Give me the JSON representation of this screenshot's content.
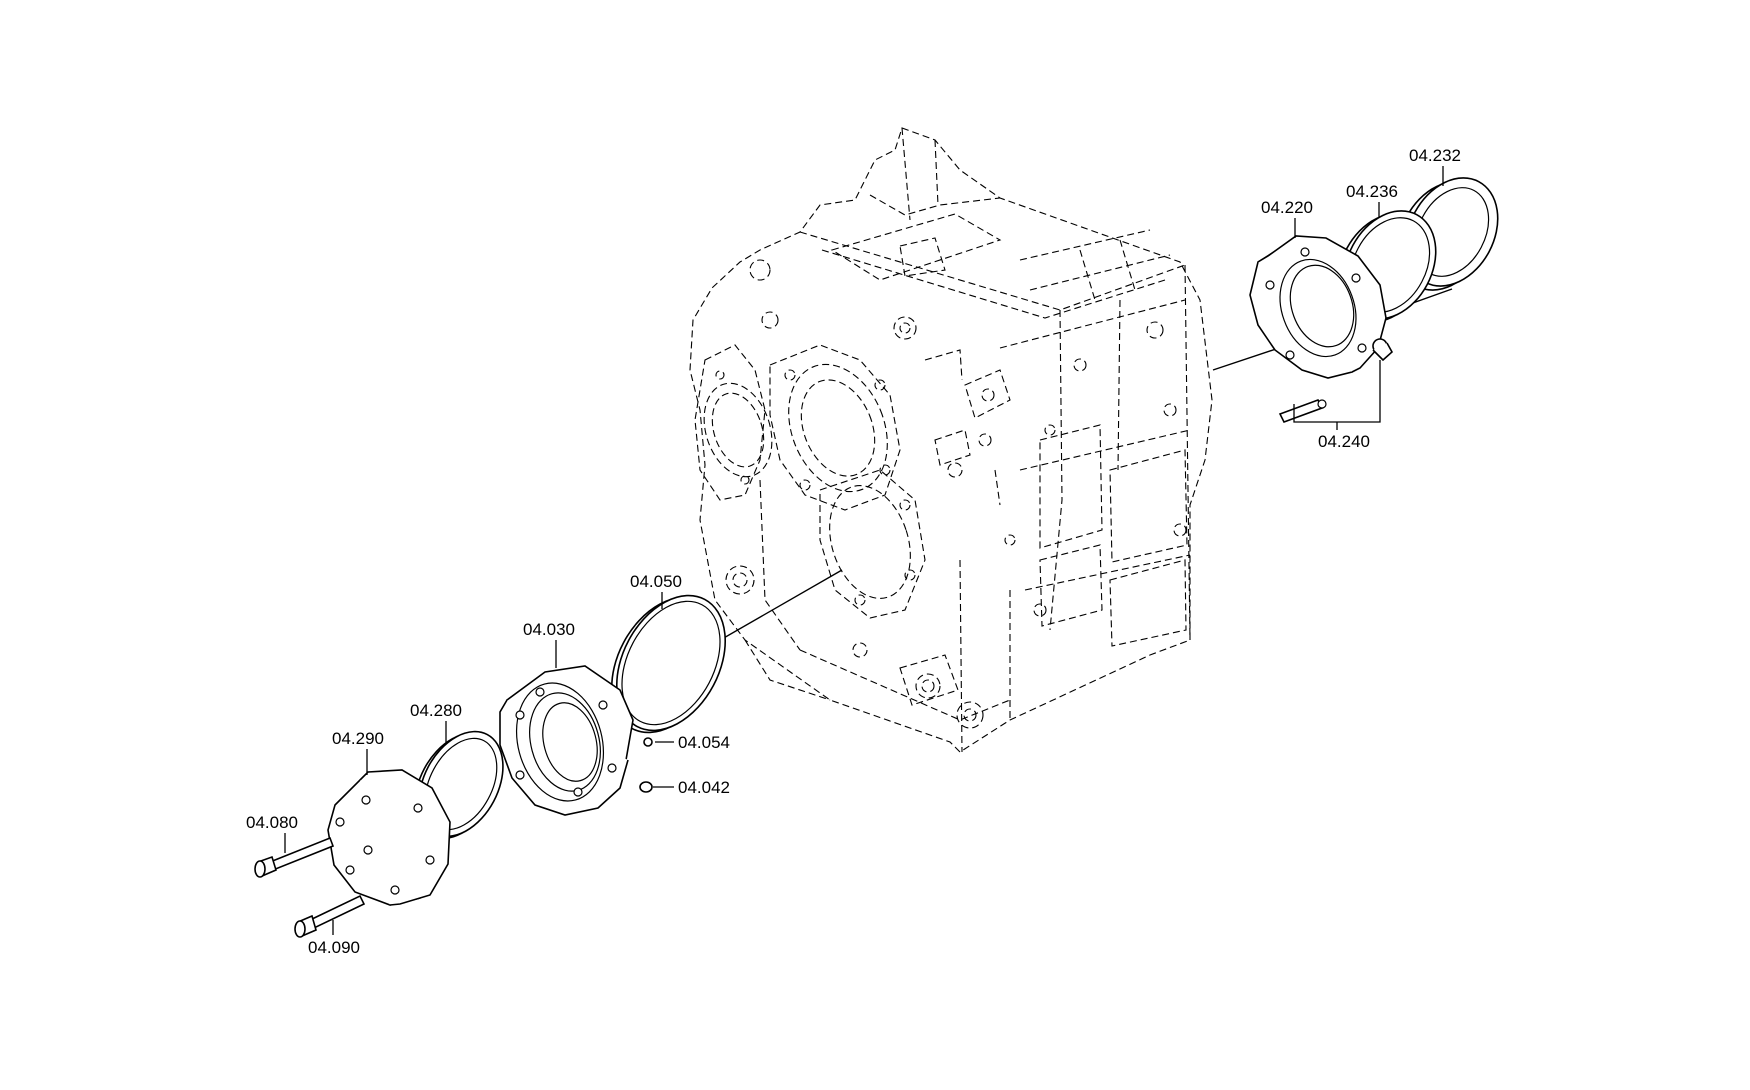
{
  "labels": {
    "p04_232": "04.232",
    "p04_236": "04.236",
    "p04_220": "04.220",
    "p04_240": "04.240",
    "p04_050": "04.050",
    "p04_030": "04.030",
    "p04_054": "04.054",
    "p04_042": "04.042",
    "p04_280": "04.280",
    "p04_290": "04.290",
    "p04_080": "04.080",
    "p04_090": "04.090"
  }
}
